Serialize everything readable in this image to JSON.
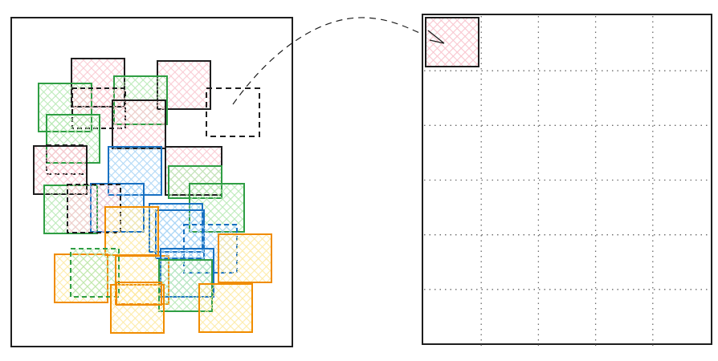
{
  "palette": {
    "pink": "#f9c6cf",
    "green": "#b5e8b2",
    "blue": "#a8d4f5",
    "yellow": "#fde9a0",
    "stroke_black": "#1e1e1e",
    "stroke_green": "#2f9e44",
    "stroke_blue": "#1971c2",
    "stroke_orange": "#f08c00",
    "grid_dots": "#6b6b6b",
    "background": "#ffffff"
  },
  "left_panel": {
    "description_label": "",
    "tiles": [
      {
        "fill": "pink",
        "stroke": "stroke_black",
        "style": "solid"
      },
      {
        "fill": "pink",
        "stroke": "stroke_black",
        "style": "solid"
      },
      {
        "fill": "green",
        "stroke": "stroke_green",
        "style": "solid"
      },
      {
        "fill": "green",
        "stroke": "stroke_green",
        "style": "solid"
      },
      {
        "fill": "pink",
        "stroke": "stroke_black",
        "style": "dashed"
      },
      {
        "fill": "green",
        "stroke": "stroke_green",
        "style": "solid"
      },
      {
        "fill": "pink",
        "stroke": "stroke_black",
        "style": "solid"
      },
      {
        "fill": "pink",
        "stroke": "stroke_black",
        "style": "dashed"
      },
      {
        "fill": "pink",
        "stroke": "stroke_black",
        "style": "solid"
      },
      {
        "fill": "blue",
        "stroke": "stroke_blue",
        "style": "solid"
      },
      {
        "fill": "pink",
        "stroke": "stroke_black",
        "style": "solid"
      },
      {
        "fill": "green",
        "stroke": "stroke_green",
        "style": "solid"
      },
      {
        "fill": "green",
        "stroke": "stroke_green",
        "style": "solid"
      },
      {
        "fill": "blue",
        "stroke": "stroke_blue",
        "style": "solid"
      },
      {
        "fill": "green",
        "stroke": "stroke_green",
        "style": "solid"
      },
      {
        "fill": "pink",
        "stroke": "stroke_black",
        "style": "dashed"
      },
      {
        "fill": "blue",
        "stroke": "stroke_blue",
        "style": "solid"
      },
      {
        "fill": "blue",
        "stroke": "stroke_blue",
        "style": "solid"
      },
      {
        "fill": "blue",
        "stroke": "stroke_blue",
        "style": "dashed"
      },
      {
        "fill": "yellow",
        "stroke": "stroke_orange",
        "style": "solid"
      },
      {
        "fill": "yellow",
        "stroke": "stroke_orange",
        "style": "solid"
      },
      {
        "fill": "yellow",
        "stroke": "stroke_orange",
        "style": "solid"
      },
      {
        "fill": "green",
        "stroke": "stroke_green",
        "style": "dashed"
      },
      {
        "fill": "yellow",
        "stroke": "stroke_orange",
        "style": "solid"
      },
      {
        "fill": "blue",
        "stroke": "stroke_blue",
        "style": "solid"
      },
      {
        "fill": "green",
        "stroke": "stroke_green",
        "style": "solid"
      },
      {
        "fill": "yellow",
        "stroke": "stroke_orange",
        "style": "solid"
      },
      {
        "fill": "yellow",
        "stroke": "stroke_orange",
        "style": "solid"
      },
      {
        "fill": "yellow",
        "stroke": "stroke_orange",
        "style": "solid"
      }
    ],
    "empty_slot": {
      "style": "dashed",
      "stroke": "stroke_black"
    }
  },
  "right_panel": {
    "grid_columns": 5,
    "grid_rows": 6,
    "placed_tile": {
      "fill": "pink",
      "stroke": "stroke_black",
      "column": 1,
      "row": 1
    }
  },
  "connector": {
    "style": "dashed",
    "arrowhead": true,
    "from": "empty_slot",
    "to": "placed_tile"
  }
}
